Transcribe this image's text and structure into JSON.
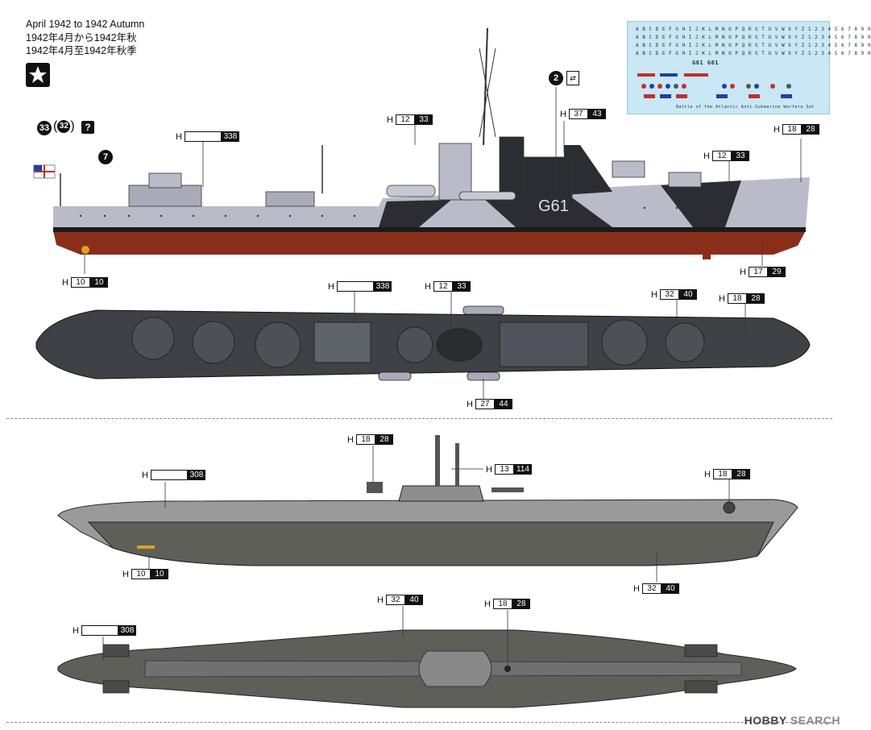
{
  "caption": {
    "line1": "April 1942 to 1942 Autumn",
    "line2": "1942年4月から1942年秋",
    "line3": "1942年4月至1942年秋季"
  },
  "markers": {
    "ref_33": "33",
    "ref_32": "32",
    "question": "?",
    "ref_7": "7",
    "ref_2": "2"
  },
  "hull_code": "G61",
  "color_callouts": {
    "destroyer_side": [
      {
        "prefix": "H",
        "white": "",
        "black": "338"
      },
      {
        "prefix": "H",
        "white": "12",
        "black": "33"
      },
      {
        "prefix": "H",
        "white": "37",
        "black": "43"
      },
      {
        "prefix": "H",
        "white": "18",
        "black": "28"
      },
      {
        "prefix": "H",
        "white": "12",
        "black": "33"
      },
      {
        "prefix": "H",
        "white": "10",
        "black": "10"
      },
      {
        "prefix": "H",
        "white": "17",
        "black": "29"
      }
    ],
    "destroyer_top": [
      {
        "prefix": "H",
        "white": "",
        "black": "338"
      },
      {
        "prefix": "H",
        "white": "12",
        "black": "33"
      },
      {
        "prefix": "H",
        "white": "32",
        "black": "40"
      },
      {
        "prefix": "H",
        "white": "18",
        "black": "28"
      },
      {
        "prefix": "H",
        "white": "27",
        "black": "44"
      }
    ],
    "uboat_side": [
      {
        "prefix": "H",
        "white": "18",
        "black": "28"
      },
      {
        "prefix": "H",
        "white": "13",
        "black": "114"
      },
      {
        "prefix": "H",
        "white": "",
        "black": "308"
      },
      {
        "prefix": "H",
        "white": "18",
        "black": "28"
      },
      {
        "prefix": "H",
        "white": "10",
        "black": "10"
      },
      {
        "prefix": "H",
        "white": "32",
        "black": "40"
      }
    ],
    "uboat_top": [
      {
        "prefix": "H",
        "white": "32",
        "black": "40"
      },
      {
        "prefix": "H",
        "white": "18",
        "black": "28"
      },
      {
        "prefix": "H",
        "white": "",
        "black": "308"
      }
    ]
  },
  "decal_sheet": {
    "row1": "A B C D E F G H I J K L M N O P Q R S T U V W X Y Z 1 2 3 4 5 6 7 8 9 0",
    "row2": "A B C D E F G H I J K L M N O P Q R S T U V W X Y Z 1 2 3 4 5 6 7 8 9 0",
    "row3": "G61 G61",
    "footer": "Battle of the Atlantic Anti-Submarine Warfare Set"
  },
  "watermark": {
    "brand": "HOBBY",
    "rest": "SEARCH"
  },
  "colors": {
    "hull_red": "#8a2e1a",
    "light_grey": "#b9bcc8",
    "dark_camo": "#2b2d33",
    "deck_dark": "#3e4246",
    "uboat_grey": "#9a9a9a",
    "uboat_dark": "#5f5f5a",
    "decal_bg": "#c9e7f4"
  }
}
